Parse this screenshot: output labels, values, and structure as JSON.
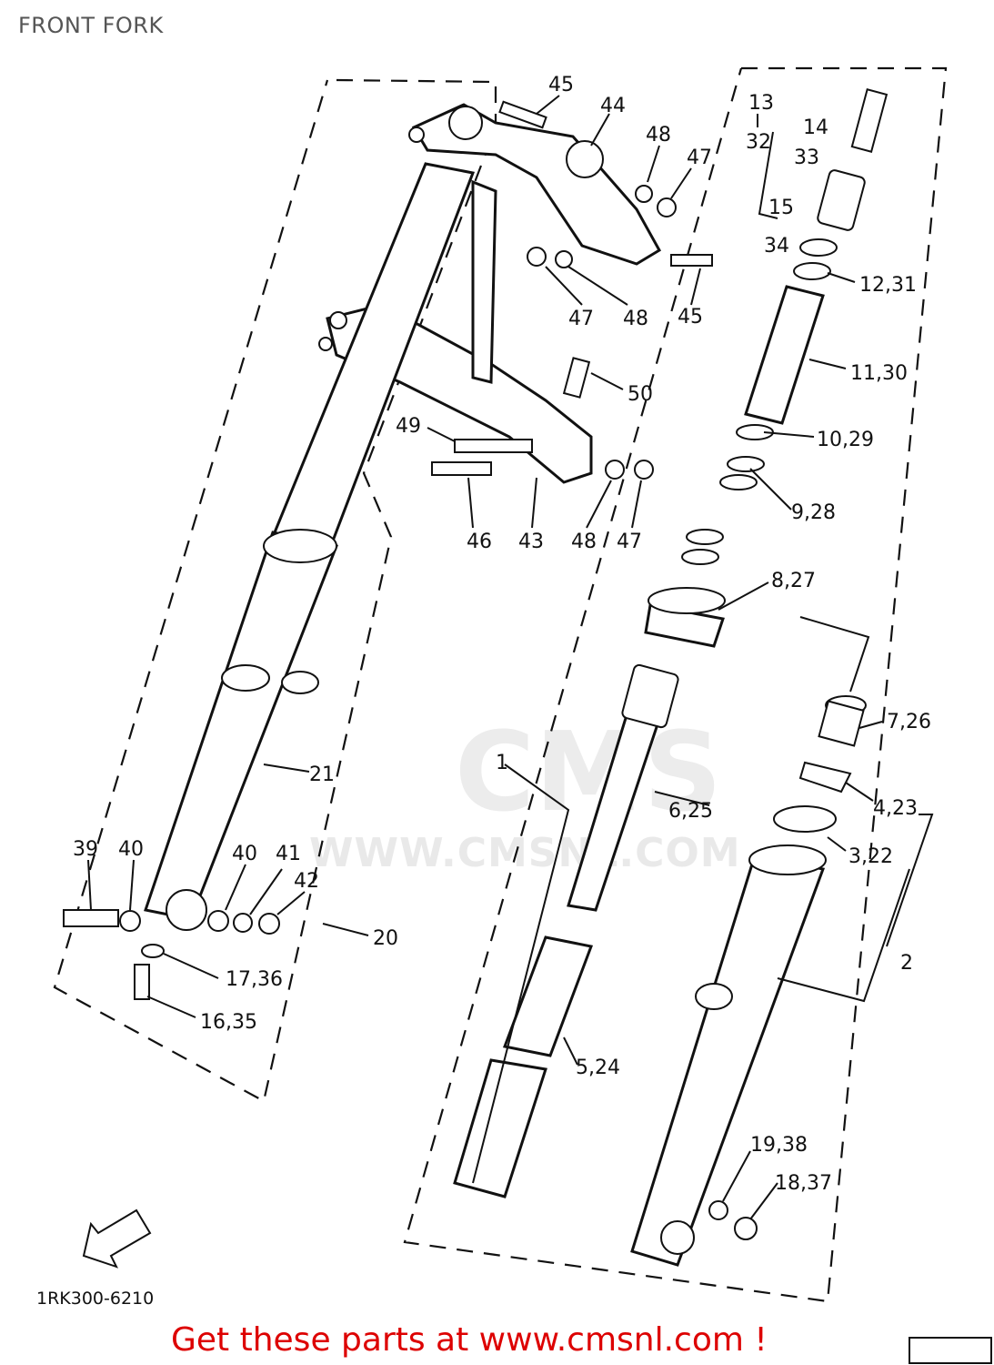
{
  "page": {
    "title": "FRONT FORK"
  },
  "diagram": {
    "code": "1RK300-6210",
    "watermark": {
      "brand": "CMS",
      "url": "WWW.CMSNL.COM"
    },
    "footer": "Get these parts at www.cmsnl.com !",
    "part_labels": {
      "p45a": "45",
      "p44": "44",
      "p48a": "48",
      "p47a": "47",
      "p47b": "47",
      "p48b": "48",
      "p45b": "45",
      "p50": "50",
      "p49": "49",
      "p46": "46",
      "p43": "43",
      "p48c": "48",
      "p47c": "47",
      "p13": "13",
      "p32": "32",
      "p14": "14",
      "p33": "33",
      "p15": "15",
      "p34": "34",
      "p1231": "12,31",
      "p1130": "11,30",
      "p1029": "10,29",
      "p928": "9,28",
      "p827": "8,27",
      "p726": "7,26",
      "p423": "4,23",
      "p625": "6,25",
      "p1": "1",
      "p322": "3,22",
      "p2": "2",
      "p21": "21",
      "p39": "39",
      "p40a": "40",
      "p40b": "40",
      "p41": "41",
      "p42": "42",
      "p20": "20",
      "p1736": "17,36",
      "p1635": "16,35",
      "p524": "5,24",
      "p1938": "19,38",
      "p1837": "18,37"
    }
  }
}
